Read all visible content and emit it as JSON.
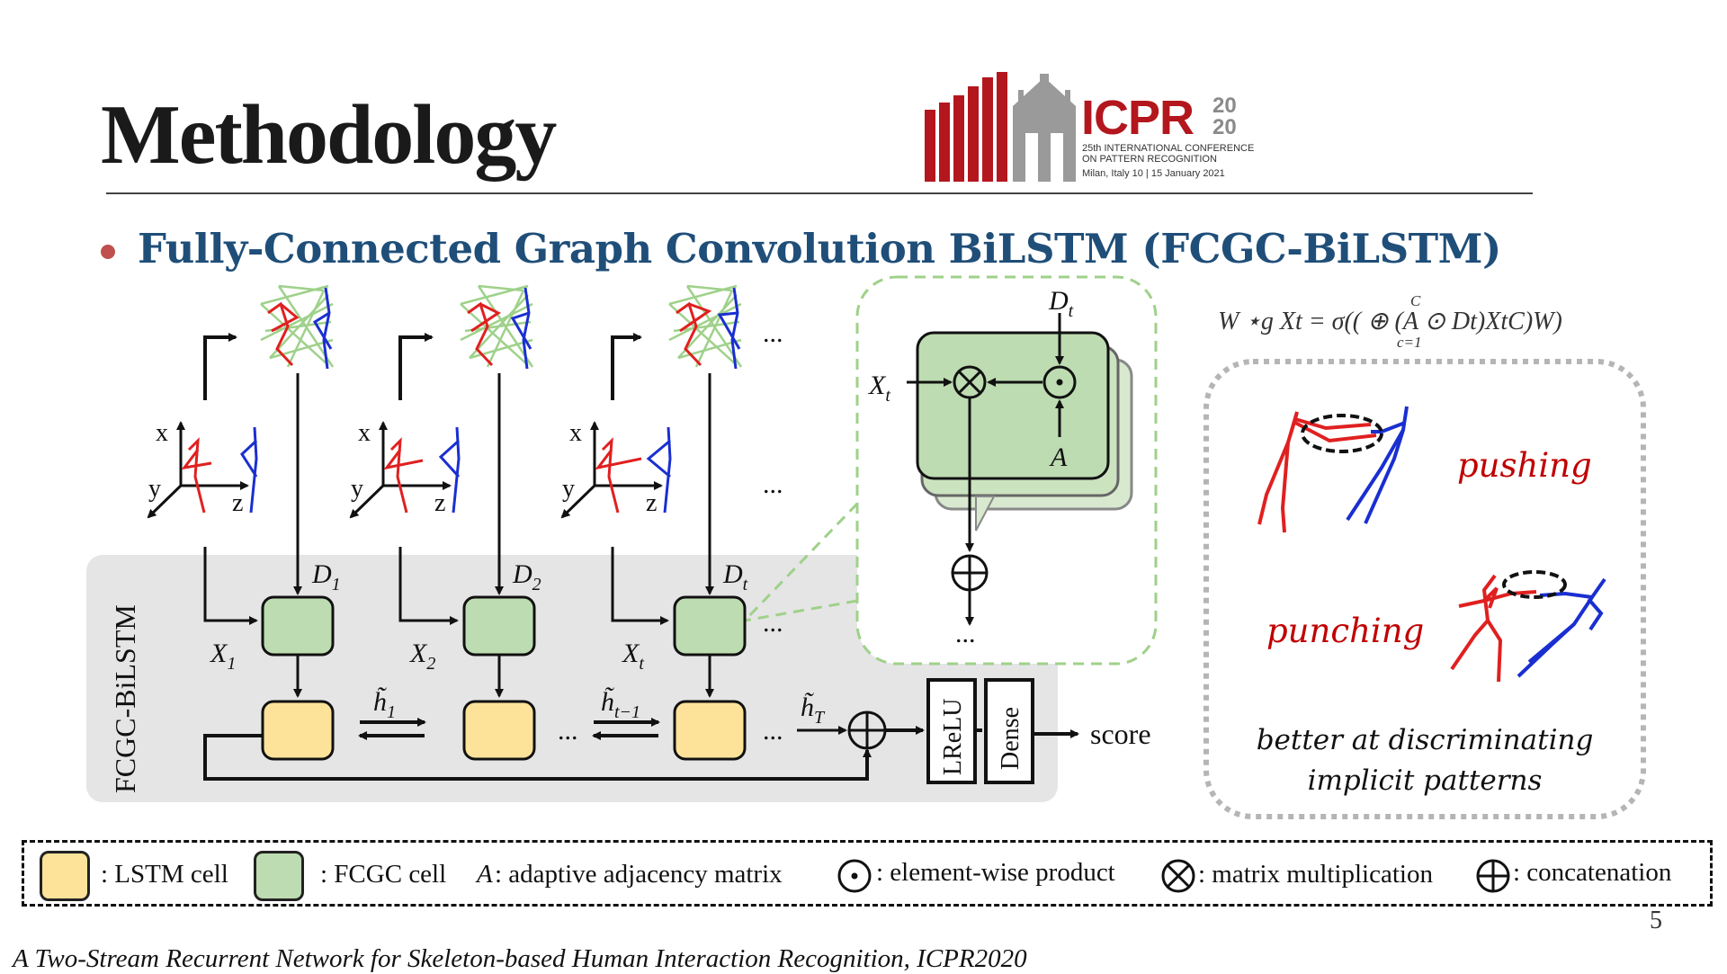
{
  "header": {
    "title": "Methodology",
    "bullet_heading": "Fully-Connected Graph Convolution BiLSTM (FCGC-BiLSTM)"
  },
  "logo": {
    "title": "ICPR",
    "year_top": "20",
    "year_bottom": "20",
    "line1": "25th INTERNATIONAL CONFERENCE",
    "line2": "ON PATTERN RECOGNITION",
    "line3": "Milan, Italy 10 | 15 January 2021",
    "color": "#b3171d"
  },
  "diagram": {
    "module_label": "FCGC-BiLSTM",
    "axis_x": "x",
    "axis_y": "y",
    "axis_z": "z",
    "ellipsis": "...",
    "inputs": [
      {
        "label": "X",
        "sub": "1"
      },
      {
        "label": "X",
        "sub": "2"
      },
      {
        "label": "X",
        "sub": "t"
      }
    ],
    "adjacency": [
      {
        "label": "D",
        "sub": "1"
      },
      {
        "label": "D",
        "sub": "2"
      },
      {
        "label": "D",
        "sub": "t"
      }
    ],
    "hidden": [
      {
        "label": "h̃",
        "sub": "1"
      },
      {
        "label": "h̃",
        "sub": "t−1"
      },
      {
        "label": "h̃",
        "sub": "T"
      }
    ],
    "lrelu": "LReLU",
    "dense": "Dense",
    "output": "score",
    "zoom": {
      "d_label": "D",
      "d_sub": "t",
      "x_label": "X",
      "x_sub": "t",
      "a_label": "A"
    },
    "formula": "W ⋆g Xt = σ(( ⊕ (A ⊙ Dt)XtC)W)",
    "formula_upper": "C",
    "formula_lower": "c=1",
    "colors": {
      "lstm": "#fde29a",
      "fcgc": "#bddcb1",
      "person_a": "#e02020",
      "person_b": "#1a2fd0",
      "graph_edge": "#9fd18a",
      "module_bg": "#e5e5e5"
    }
  },
  "examples": {
    "pushing": "pushing",
    "punching": "punching",
    "caption_line1": "better at discriminating",
    "caption_line2": "implicit patterns"
  },
  "legend": {
    "lstm": ": LSTM cell",
    "fcgc": ": FCGC cell",
    "adaptive_symbol": "A",
    "adaptive": ": adaptive adjacency matrix",
    "elementwise": ": element-wise product",
    "matmul": ": matrix multiplication",
    "concat": ": concatenation"
  },
  "footer": {
    "citation": "A Two-Stream Recurrent Network for Skeleton-based Human Interaction Recognition, ICPR2020",
    "page": "5"
  }
}
